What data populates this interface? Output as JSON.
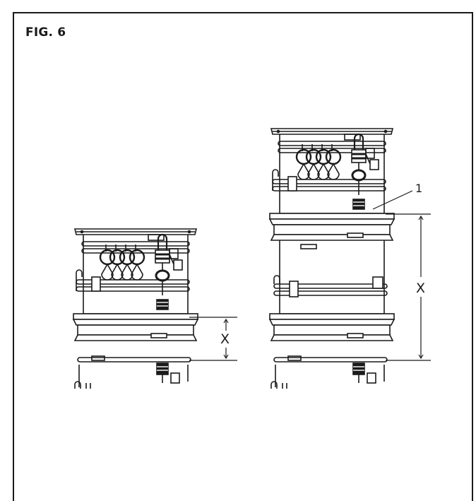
{
  "figure": {
    "title": "FIG. 6"
  },
  "labels": {
    "dim_left": "X",
    "dim_right": "X",
    "callout_1": "1"
  }
}
